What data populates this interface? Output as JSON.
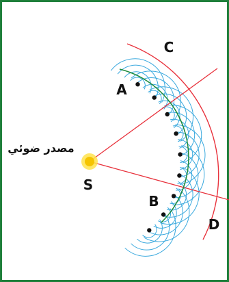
{
  "labels": {
    "source_text": "مصدر ضوئي",
    "source": "S",
    "a": "A",
    "b": "B",
    "c": "C",
    "d": "D"
  },
  "colors": {
    "frame": "#1f7f3b",
    "ray": "#e8323c",
    "wavefront": "#e8323c",
    "wavelets": "#3aa9de",
    "primary_arc": "#1f8a3a",
    "points": "#111111",
    "source_glow": "#ffe34d",
    "source_core": "#f5c400"
  },
  "wavelet_count": 9
}
